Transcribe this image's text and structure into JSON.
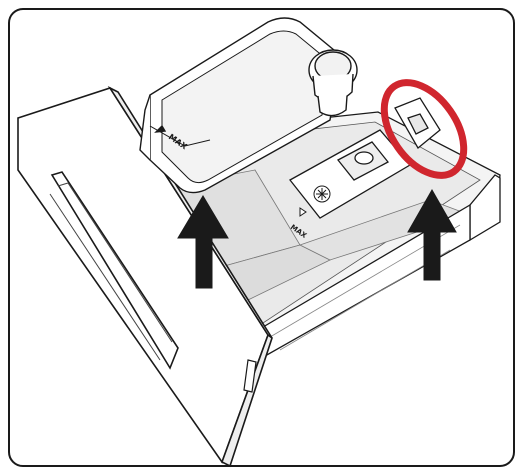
{
  "labels": {
    "max_cup": "MAX",
    "max_front": "MAX"
  },
  "colors": {
    "line": "#1a1a1a",
    "shade": "#e6e6e6",
    "arrow": "#1a1a1a",
    "highlight": "#d0262e",
    "background": "#ffffff"
  },
  "icons": {
    "up_arrow_left": "up-arrow-icon",
    "up_arrow_right": "up-arrow-icon",
    "highlight_circle": "red-ellipse-highlight"
  }
}
